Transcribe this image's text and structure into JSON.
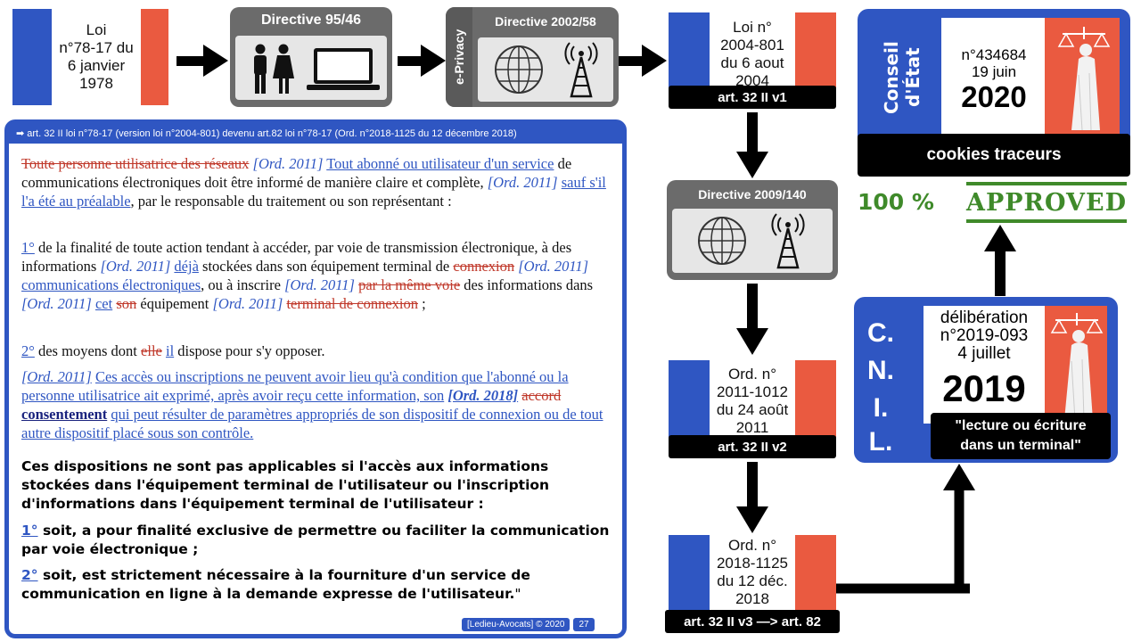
{
  "top_row": {
    "loi_1978": [
      "Loi",
      "n°78-17 du",
      "6 janvier",
      "1978"
    ],
    "directive_9546": "Directive 95/46",
    "eprivacy_label": "e-Privacy",
    "directive_200258": "Directive 2002/58"
  },
  "right_column": {
    "loi_2004": [
      "Loi n°",
      "2004-801",
      "du 6 aout",
      "2004"
    ],
    "loi_2004_bar": "art. 32 II v1",
    "directive_2009140": "Directive 2009/140",
    "ord_2011": [
      "Ord. n°",
      "2011-1012",
      "du 24 août",
      "2011"
    ],
    "ord_2011_bar": "art. 32 II v2",
    "ord_2018": [
      "Ord. n°",
      "2018-1125",
      "du 12 déc.",
      "2018"
    ],
    "ord_2018_bar": "art. 32 II v3 —> art. 82"
  },
  "conseil": {
    "side_label_1": "Conseil",
    "side_label_2": "d'État",
    "number": "n°434684",
    "date": "19 juin",
    "year": "2020",
    "bar": "cookies traceurs"
  },
  "approval": {
    "percent": "100 %",
    "stamp": "APPROVED"
  },
  "cnil": {
    "letters": [
      "C.",
      "N.",
      "I.",
      "L."
    ],
    "deliberation": "délibération",
    "number": "n°2019-093",
    "date": "4 juillet",
    "year": "2019",
    "bar_line1": "\"lecture ou écriture",
    "bar_line2": "dans un terminal\""
  },
  "text_panel": {
    "header_arrow": "➡",
    "header": "art. 32 II loi n°78-17 (version loi n°2004-801) devenu art.82 loi n°78-17 (Ord. n°2018-1125 du 12 décembre 2018)",
    "p1": {
      "a": "Toute personne utilisatrice des réseaux",
      "b": "[Ord. 2011]",
      "c": "Tout abonné ou utilisateur d'un service",
      "d": "de communications électroniques doit être informé de manière claire et complète,",
      "e": "[Ord. 2011]",
      "f": "sauf s'il l'a été au préalable",
      "g": ", par le responsable du traitement ou son représentant :"
    },
    "p2": {
      "num": "1°",
      "a": "de la finalité de toute action tendant à accéder, par voie de transmission électronique, à des informations",
      "b": "[Ord. 2011]",
      "c": "déjà",
      "d": "stockées dans son équipement terminal de",
      "e": "connexion",
      "f": "[Ord. 2011]",
      "g": "communications électroniques",
      "h": ", ou à inscrire",
      "i": "[Ord. 2011]",
      "j": "par la même voie",
      "k": "des informations dans",
      "l": "[Ord. 2011]",
      "m": "cet",
      "n": "son",
      "o": "équipement",
      "p": "[Ord. 2011]",
      "q": "terminal de connexion",
      "r": ";"
    },
    "p3": {
      "num": "2°",
      "a": "des moyens dont",
      "b": "elle",
      "c": "il",
      "d": "dispose pour s'y opposer."
    },
    "p4": {
      "a": "[Ord. 2011]",
      "b": "Ces accès ou inscriptions ne peuvent avoir lieu qu'à condition que l'abonné ou la personne utilisatrice ait exprimé, après avoir reçu cette information, son",
      "c": "[Ord. 2018]",
      "d": "accord",
      "e": "consentement",
      "f": "qui peut résulter de paramètres appropriés de son dispositif de connexion ou de tout autre dispositif placé sous son contrôle."
    },
    "p5": "Ces dispositions ne sont pas applicables si l'accès aux informations stockées dans l'équipement terminal de l'utilisateur ou l'inscription d'informations dans l'équipement terminal de l'utilisateur :",
    "p6": {
      "num": "1°",
      "a": "soit, a pour finalité exclusive de permettre ou faciliter la communication par voie électronique ;"
    },
    "p7": {
      "num": "2°",
      "a": "soit, est strictement nécessaire à la fourniture d'un service de communication en ligne à la demande expresse de l'utilisateur.",
      "quote": "\""
    },
    "footer": "[Ledieu-Avocats] © 2020",
    "page": "27"
  },
  "colors": {
    "blue": "#2f56c2",
    "red": "#ea5a40",
    "grey": "#6b6b6b",
    "green": "#3f8a2a"
  }
}
